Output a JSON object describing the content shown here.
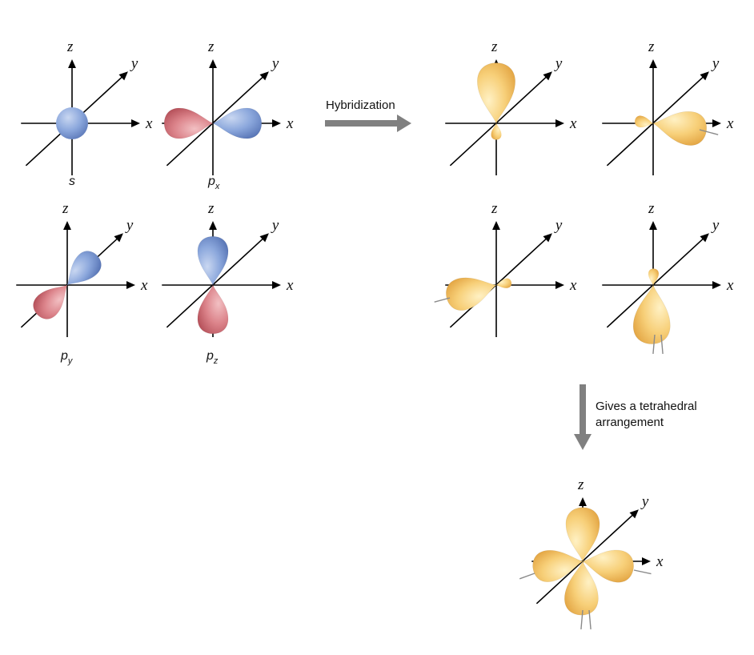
{
  "axes": {
    "x": "x",
    "y": "y",
    "z": "z"
  },
  "atomic_orbitals": [
    {
      "id": "s",
      "label": "s",
      "subscript": ""
    },
    {
      "id": "px",
      "label": "p",
      "subscript": "x"
    },
    {
      "id": "py",
      "label": "p",
      "subscript": "y"
    },
    {
      "id": "pz",
      "label": "p",
      "subscript": "z"
    }
  ],
  "steps": {
    "hybridization": "Hybridization",
    "result_line1": "Gives a tetrahedral",
    "result_line2": "arrangement"
  },
  "colors": {
    "s_orbital": "#7f9fd6",
    "p_positive": "#7f9fd6",
    "p_negative": "#d97b82",
    "hybrid": "#f3c869",
    "arrow": "#808080",
    "axis": "#000000"
  },
  "icons": {
    "arrow_right": "right-arrow-icon",
    "arrow_down": "down-arrow-icon"
  }
}
